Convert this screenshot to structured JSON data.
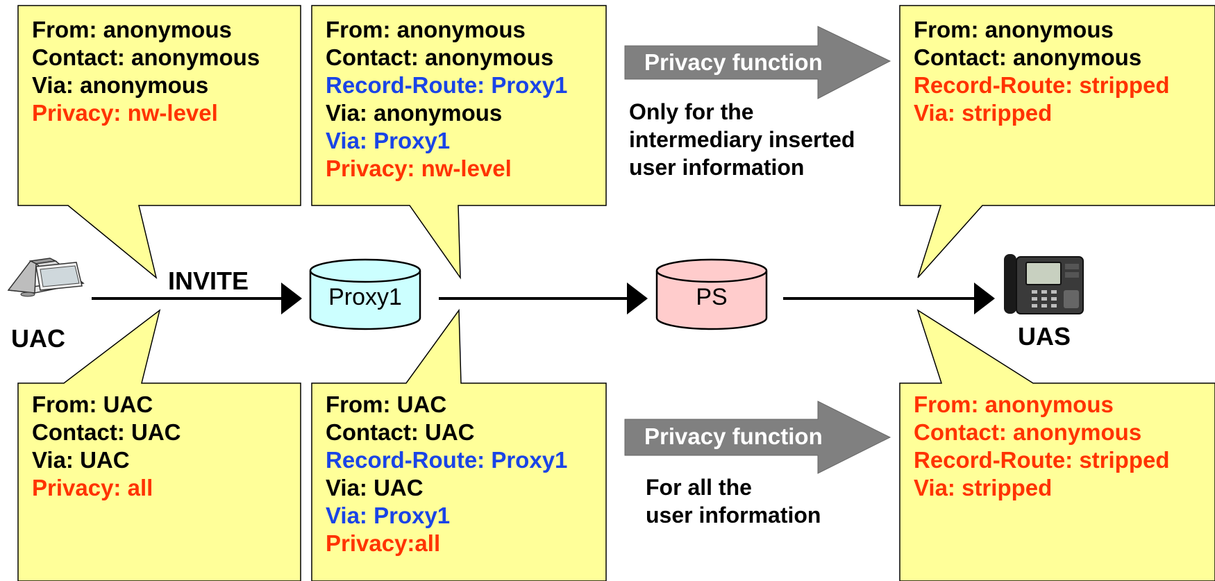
{
  "callouts": {
    "top_uac": [
      {
        "text": "From: anonymous",
        "color": "black"
      },
      {
        "text": "Contact: anonymous",
        "color": "black"
      },
      {
        "text": "Via: anonymous",
        "color": "black"
      },
      {
        "text": "Privacy: nw-level",
        "color": "red"
      }
    ],
    "top_proxy": [
      {
        "text": "From: anonymous",
        "color": "black"
      },
      {
        "text": "Contact: anonymous",
        "color": "black"
      },
      {
        "text": "Record-Route: Proxy1",
        "color": "blue"
      },
      {
        "text": "Via: anonymous",
        "color": "black"
      },
      {
        "text": "Via: Proxy1",
        "color": "blue"
      },
      {
        "text": "Privacy: nw-level",
        "color": "red"
      }
    ],
    "top_uas": [
      {
        "text": "From: anonymous",
        "color": "black"
      },
      {
        "text": "Contact: anonymous",
        "color": "black"
      },
      {
        "text": "Record-Route: stripped",
        "color": "red"
      },
      {
        "text": "Via: stripped",
        "color": "red"
      }
    ],
    "bottom_uac": [
      {
        "text": "From: UAC",
        "color": "black"
      },
      {
        "text": "Contact: UAC",
        "color": "black"
      },
      {
        "text": "Via: UAC",
        "color": "black"
      },
      {
        "text": "Privacy: all",
        "color": "red"
      }
    ],
    "bottom_proxy": [
      {
        "text": "From: UAC",
        "color": "black"
      },
      {
        "text": "Contact: UAC",
        "color": "black"
      },
      {
        "text": "Record-Route: Proxy1",
        "color": "blue"
      },
      {
        "text": "Via: UAC",
        "color": "black"
      },
      {
        "text": "Via: Proxy1",
        "color": "blue"
      },
      {
        "text": "Privacy:all",
        "color": "red"
      }
    ],
    "bottom_uas": [
      {
        "text": "From: anonymous",
        "color": "red"
      },
      {
        "text": "Contact: anonymous",
        "color": "red"
      },
      {
        "text": "Record-Route: stripped",
        "color": "red"
      },
      {
        "text": "Via: stripped",
        "color": "red"
      }
    ]
  },
  "privacy_top": {
    "label": "Privacy function",
    "note": [
      "Only for the",
      "intermediary inserted",
      "user information"
    ]
  },
  "privacy_bottom": {
    "label": "Privacy function",
    "note": [
      "For all the",
      "user information"
    ]
  },
  "flow": {
    "invite_label": "INVITE",
    "uac_label": "UAC",
    "uas_label": "UAS",
    "proxy_label": "Proxy1",
    "ps_label": "PS"
  },
  "colors": {
    "callout_fill": "#ffff99",
    "callout_stroke": "#000000",
    "proxy_fill": "#ccffff",
    "ps_fill": "#ffcccc",
    "arrow_fill": "#808080",
    "text_red": "#ff3300",
    "text_blue": "#1a44e6"
  },
  "icons": [
    "laptop-icon",
    "ip-phone-icon"
  ]
}
